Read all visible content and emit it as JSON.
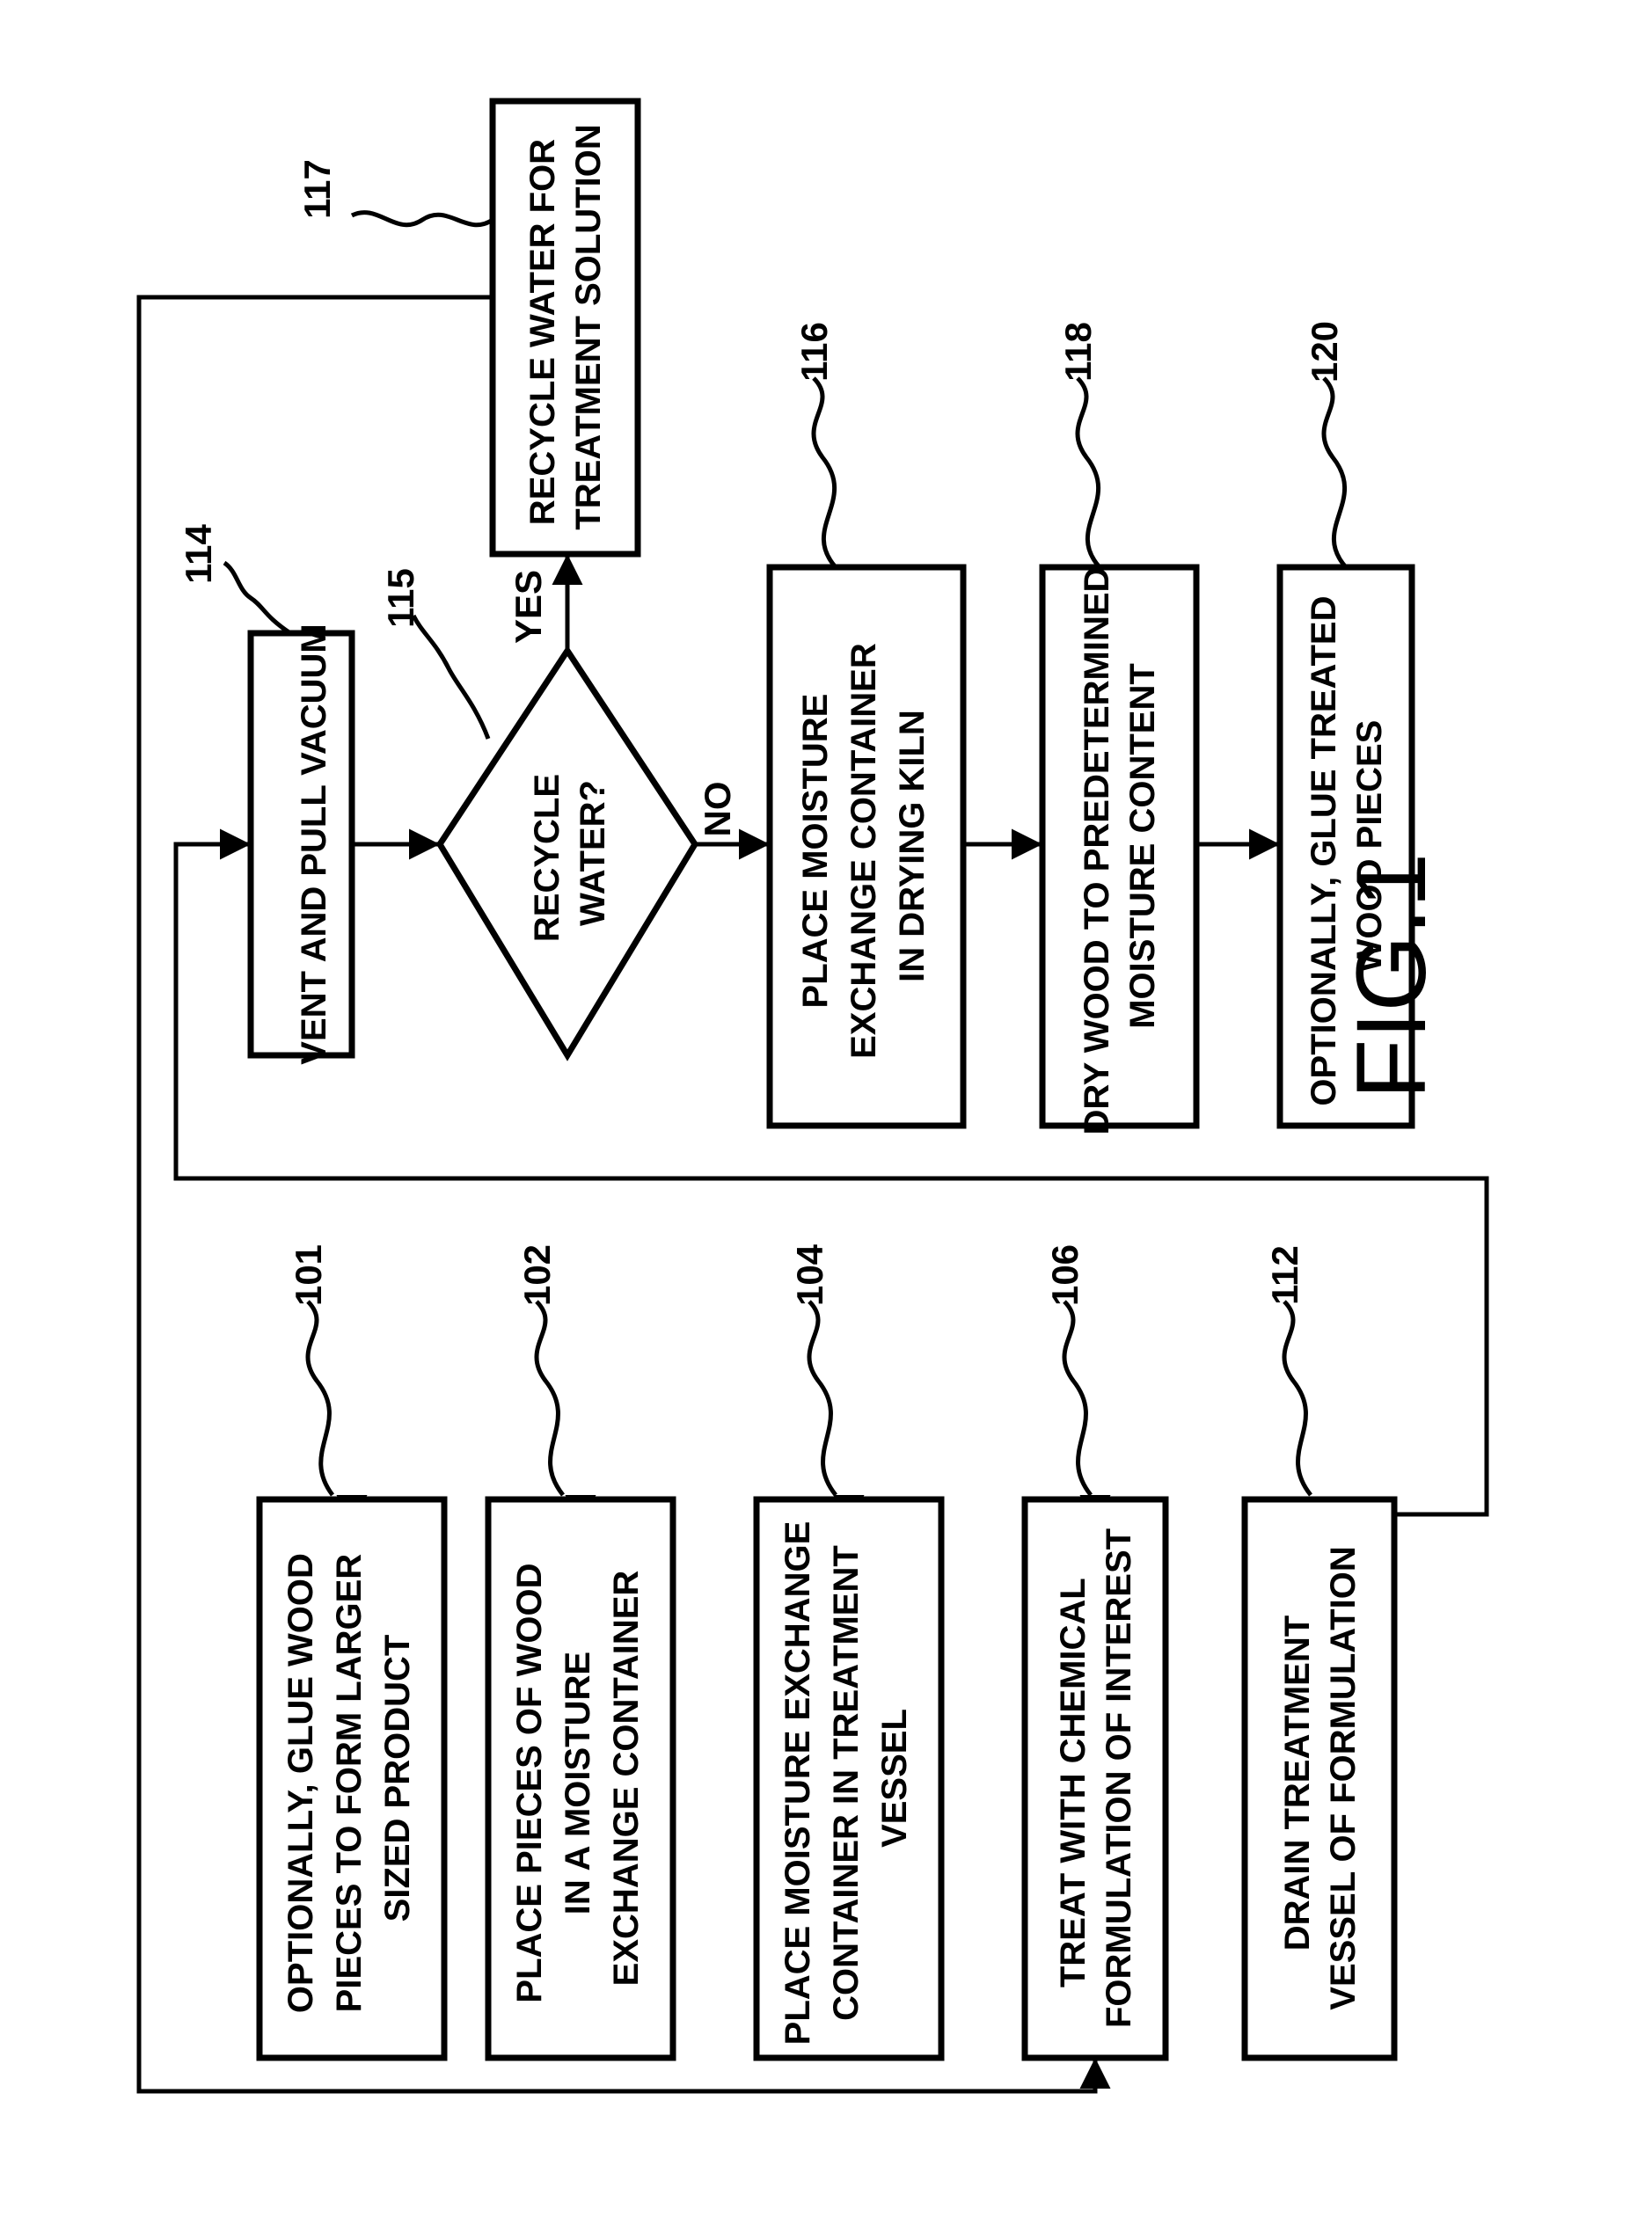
{
  "steps": {
    "s101": {
      "ref": "101",
      "lines": [
        "OPTIONALLY, GLUE WOOD",
        "PIECES TO FORM LARGER",
        "SIZED PRODUCT"
      ]
    },
    "s102": {
      "ref": "102",
      "lines": [
        "PLACE PIECES OF WOOD",
        "IN A MOISTURE",
        "EXCHANGE CONTAINER"
      ]
    },
    "s104": {
      "ref": "104",
      "lines": [
        "PLACE MOISTURE EXCHANGE",
        "CONTAINER IN TREATMENT",
        "VESSEL"
      ]
    },
    "s106": {
      "ref": "106",
      "lines": [
        "TREAT WITH CHEMICAL",
        "FORMULATION OF INTEREST"
      ]
    },
    "s112": {
      "ref": "112",
      "lines": [
        "DRAIN TREATMENT",
        "VESSEL OF FORMULATION"
      ]
    },
    "s114": {
      "ref": "114",
      "lines": [
        "VENT AND PULL VACUUM"
      ]
    },
    "s115": {
      "ref": "115",
      "lines": [
        "RECYCLE",
        "WATER?"
      ]
    },
    "s116": {
      "ref": "116",
      "lines": [
        "PLACE MOISTURE",
        "EXCHANGE CONTAINER",
        "IN DRYING KILN"
      ]
    },
    "s117": {
      "ref": "117",
      "lines": [
        "RECYCLE WATER FOR",
        "TREATMENT SOLUTION"
      ]
    },
    "s118": {
      "ref": "118",
      "lines": [
        "DRY WOOD TO PREDETERMINED",
        "MOISTURE CONTENT"
      ]
    },
    "s120": {
      "ref": "120",
      "lines": [
        "OPTIONALLY, GLUE TREATED",
        "WOOD PIECES"
      ]
    }
  },
  "decision": {
    "yes_label": "YES",
    "no_label": "NO"
  },
  "figure_label": "FIG.1"
}
